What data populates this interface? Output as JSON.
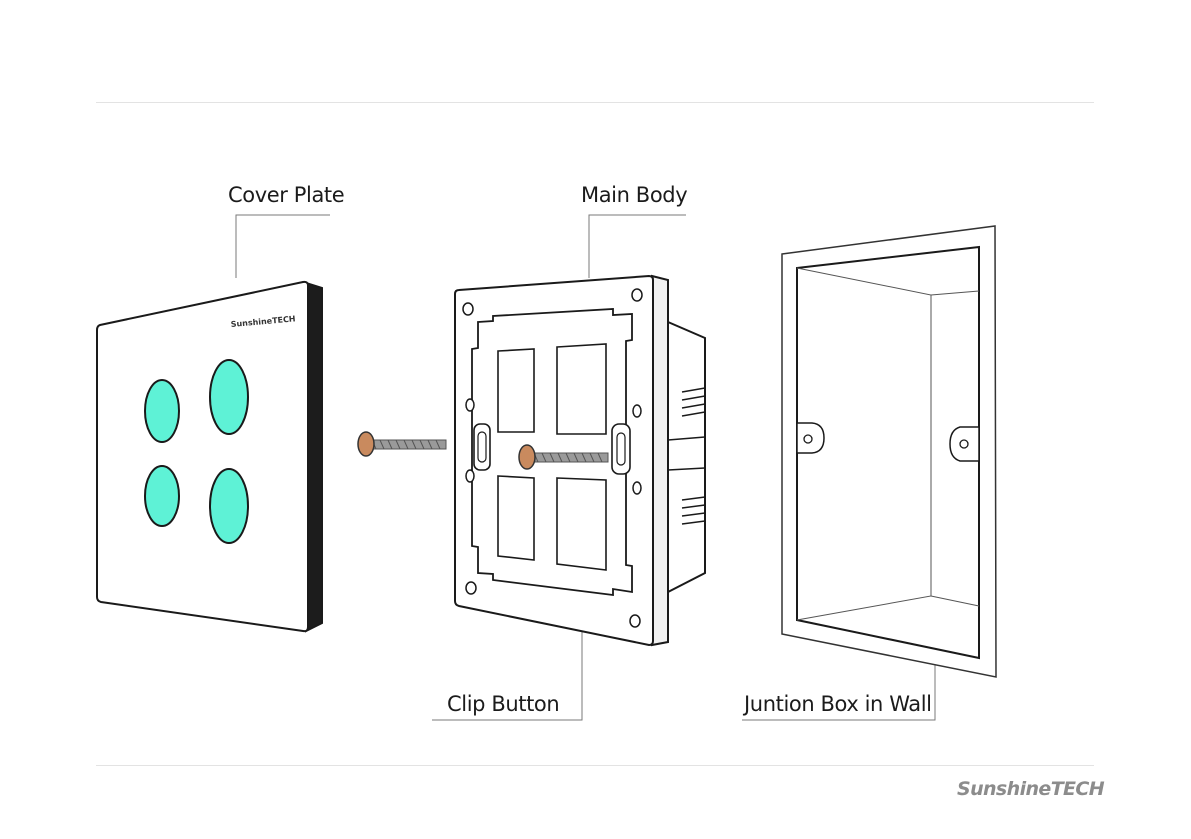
{
  "labels": {
    "cover_plate": "Cover Plate",
    "main_body": "Main Body",
    "clip_button": "Clip Button",
    "junction_box": "Juntion Box in Wall"
  },
  "cover_brand": "SunshineTECH",
  "footer_brand": "SunshineTECH",
  "colors": {
    "button_fill": "#5ef2d6",
    "outline": "#1a1a1a",
    "screw_head": "#c98a5e",
    "screw_shaft": "#9a9a9a",
    "brand_gray": "#8c8c8c"
  }
}
